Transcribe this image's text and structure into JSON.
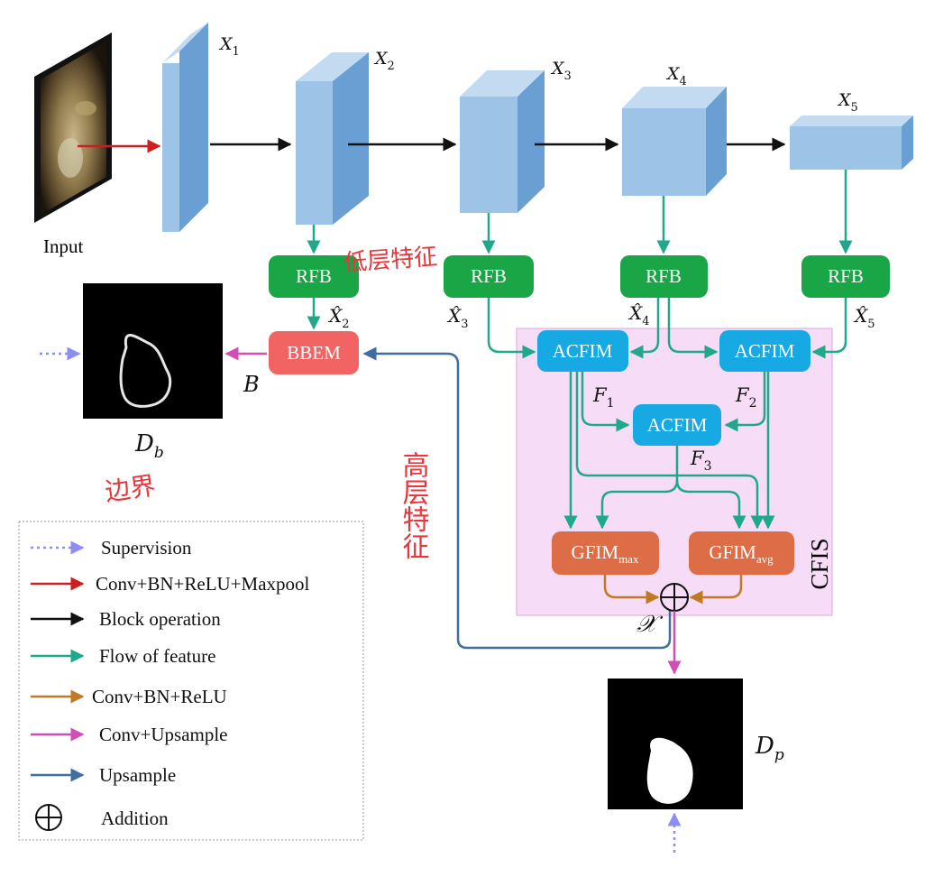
{
  "input_label": "Input",
  "stages": [
    {
      "sym": "X",
      "sub": "1"
    },
    {
      "sym": "X",
      "sub": "2"
    },
    {
      "sym": "X",
      "sub": "3"
    },
    {
      "sym": "X",
      "sub": "4"
    },
    {
      "sym": "X",
      "sub": "5"
    }
  ],
  "rfb_label": "RFB",
  "xhat": [
    {
      "sym": "X̂",
      "sub": "2"
    },
    {
      "sym": "X̂",
      "sub": "3"
    },
    {
      "sym": "X̂",
      "sub": "4"
    },
    {
      "sym": "X̂",
      "sub": "5"
    }
  ],
  "bbem_label": "BBEM",
  "acfim_label": "ACFIM",
  "f_labels": [
    {
      "sym": "F",
      "sub": "1"
    },
    {
      "sym": "F",
      "sub": "2"
    },
    {
      "sym": "F",
      "sub": "3"
    }
  ],
  "gfim_max": {
    "main": "GFIM",
    "sub": "max"
  },
  "gfim_avg": {
    "main": "GFIM",
    "sub": "avg"
  },
  "cfis_label": "CFIS",
  "sum_label": "𝒳",
  "b_label": "B",
  "db_label": {
    "sym": "D",
    "sub": "b"
  },
  "dp_label": {
    "sym": "D",
    "sub": "p"
  },
  "handwritten": {
    "low_level": "低层特征",
    "high_level": "高层特征",
    "boundary": "边界"
  },
  "legend": [
    {
      "icon": "dotted-arrow-icon",
      "color": "#8a8ff0",
      "label": "Supervision"
    },
    {
      "icon": "red-arrow-icon",
      "color": "#cc1f1f",
      "label": "Conv+BN+ReLU+Maxpool"
    },
    {
      "icon": "black-arrow-icon",
      "color": "#111111",
      "label": "Block operation"
    },
    {
      "icon": "teal-arrow-icon",
      "color": "#20a88a",
      "label": "Flow of feature"
    },
    {
      "icon": "brown-arrow-icon",
      "color": "#c07a26",
      "label": "Conv+BN+ReLU"
    },
    {
      "icon": "magenta-arrow-icon",
      "color": "#d14fb5",
      "label": "Conv+Upsample"
    },
    {
      "icon": "blue-arrow-icon",
      "color": "#3f6f9e",
      "label": "Upsample"
    },
    {
      "icon": "addition-icon",
      "color": "#111111",
      "label": "Addition"
    }
  ],
  "colors": {
    "block_front": "#9dc3e6",
    "block_side": "#6a9fd4",
    "block_top": "#c2dbf1",
    "rfb": "#1aa646",
    "bbem": "#f26464",
    "acfim": "#16a9e4",
    "gfim": "#dd6d46",
    "cfis_bg": "#f6dcf7"
  }
}
